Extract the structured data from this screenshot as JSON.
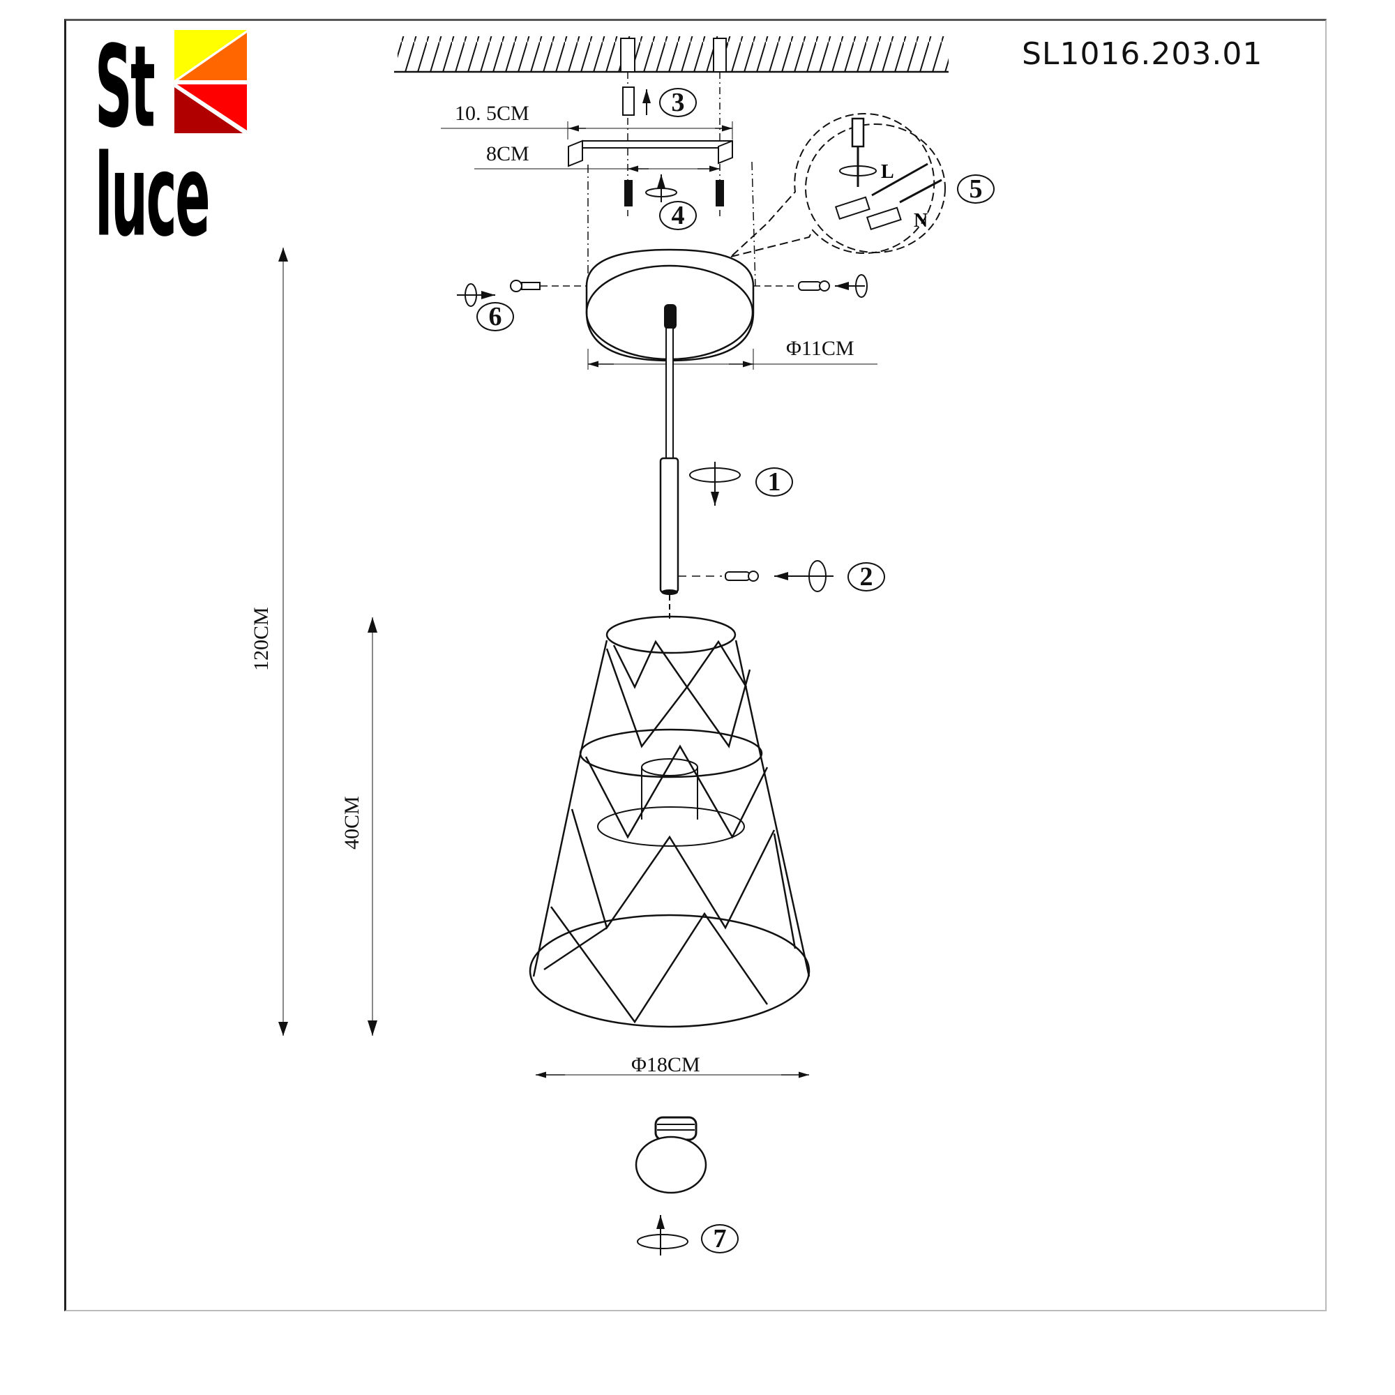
{
  "document": {
    "brand": {
      "line1": "St",
      "line2": "luce",
      "colors": {
        "yellow": "#ffff00",
        "orange": "#ff6600",
        "red": "#ff0000",
        "dark_red": "#b00000"
      }
    },
    "model_number": "SL1016.203.01"
  },
  "dimensions": {
    "bracket_length": "10. 5CM",
    "hole_spacing": "8CM",
    "canopy_diameter": "Φ11CM",
    "total_height": "120CM",
    "shade_height": "40CM",
    "shade_diameter": "Φ18CM"
  },
  "steps": [
    {
      "number": "1",
      "action": "rotate-down"
    },
    {
      "number": "2",
      "action": "screw-in"
    },
    {
      "number": "3",
      "action": "insert-anchor"
    },
    {
      "number": "4",
      "action": "screw-bracket"
    },
    {
      "number": "5",
      "action": "connect-wires"
    },
    {
      "number": "6",
      "action": "fix-canopy-screws"
    },
    {
      "number": "7",
      "action": "install-bulb"
    }
  ],
  "wire_labels": {
    "live": "L",
    "neutral": "N"
  }
}
